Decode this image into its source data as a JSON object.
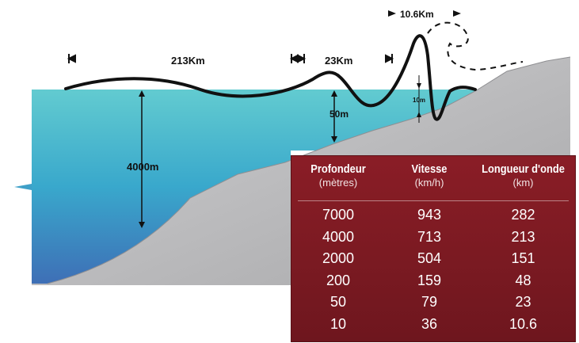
{
  "diagram": {
    "label_213": "213Km",
    "label_23": "23Km",
    "label_106": "10.6Km",
    "label_4000": "4000m",
    "label_50": "50m",
    "label_10": "10m",
    "colors": {
      "ocean_top": "#5cc9cf",
      "ocean_bottom": "#3f73b7",
      "seabed": "#b9b9bb",
      "wave_line": "#111111"
    }
  },
  "table": {
    "headers": [
      {
        "title": "Profondeur",
        "unit": "(mètres)"
      },
      {
        "title": "Vitesse",
        "unit": "(km/h)"
      },
      {
        "title": "Longueur d'onde",
        "unit": "(km)"
      }
    ],
    "rows": [
      [
        "7000",
        "943",
        "282"
      ],
      [
        "4000",
        "713",
        "213"
      ],
      [
        "2000",
        "504",
        "151"
      ],
      [
        "200",
        "159",
        "48"
      ],
      [
        "50",
        "79",
        "23"
      ],
      [
        "10",
        "36",
        "10.6"
      ]
    ],
    "colors": {
      "background": "#7b1a22",
      "text": "#ffffff"
    }
  }
}
